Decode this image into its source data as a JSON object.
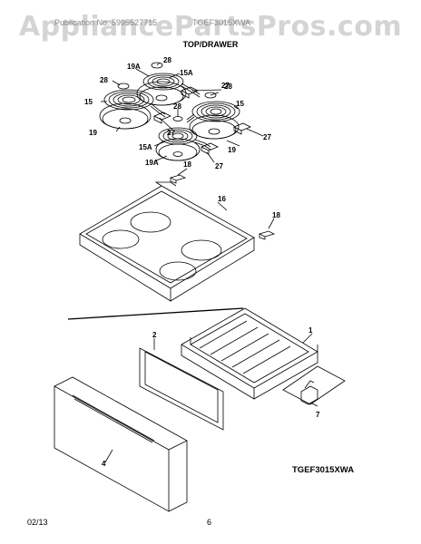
{
  "watermark": "AppliancePartsPros.com",
  "header": {
    "left_text": "Publication No. 5995527715",
    "right_text": "TGEF3015XWA",
    "title": "TOP/DRAWER"
  },
  "model_label": "TGEF3015XWA",
  "footer": {
    "date": "02/13",
    "page": "6"
  },
  "callouts": {
    "c1": "28",
    "c2": "19A",
    "c3": "15A",
    "c4": "28",
    "c5": "27",
    "c6": "28",
    "c7": "15",
    "c8": "15",
    "c9": "28",
    "c10": "19",
    "c11": "27",
    "c12": "27",
    "c13": "19",
    "c14": "15A",
    "c15": "19A",
    "c16": "27",
    "c17": "18",
    "c18": "16",
    "c19": "18",
    "c20": "1",
    "c21": "2",
    "c22": "4",
    "c23": "7"
  }
}
